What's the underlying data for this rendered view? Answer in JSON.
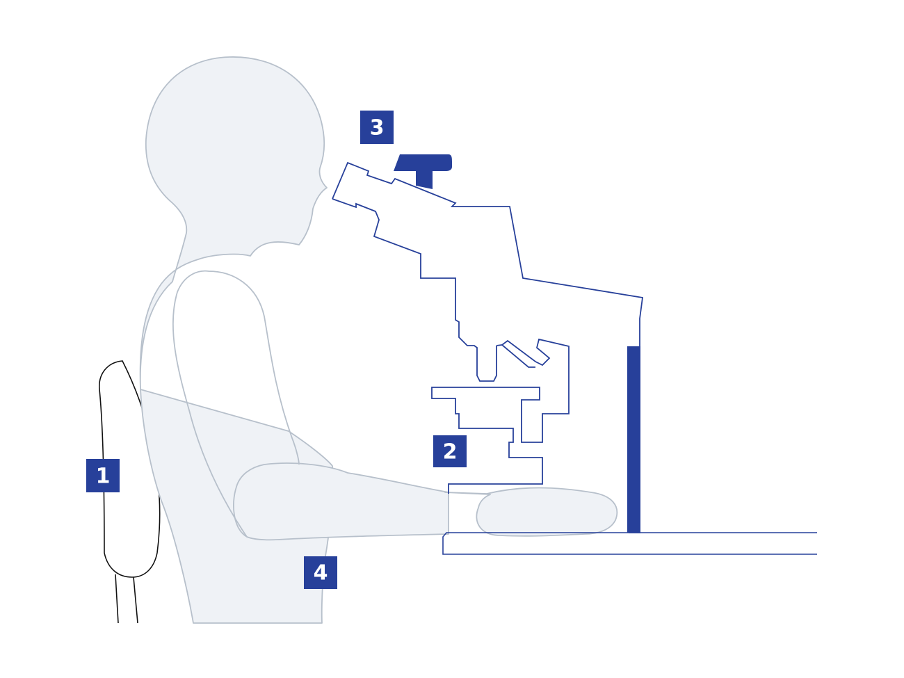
{
  "colors": {
    "accent": "#27409A",
    "body_fill": "#EFF2F6",
    "body_stroke": "#B7C0CB",
    "chair_stroke": "#111111",
    "background": "#FFFFFF"
  },
  "labels": {
    "backrest": "1",
    "stage": "2",
    "eyepiece": "3",
    "person": "4"
  }
}
